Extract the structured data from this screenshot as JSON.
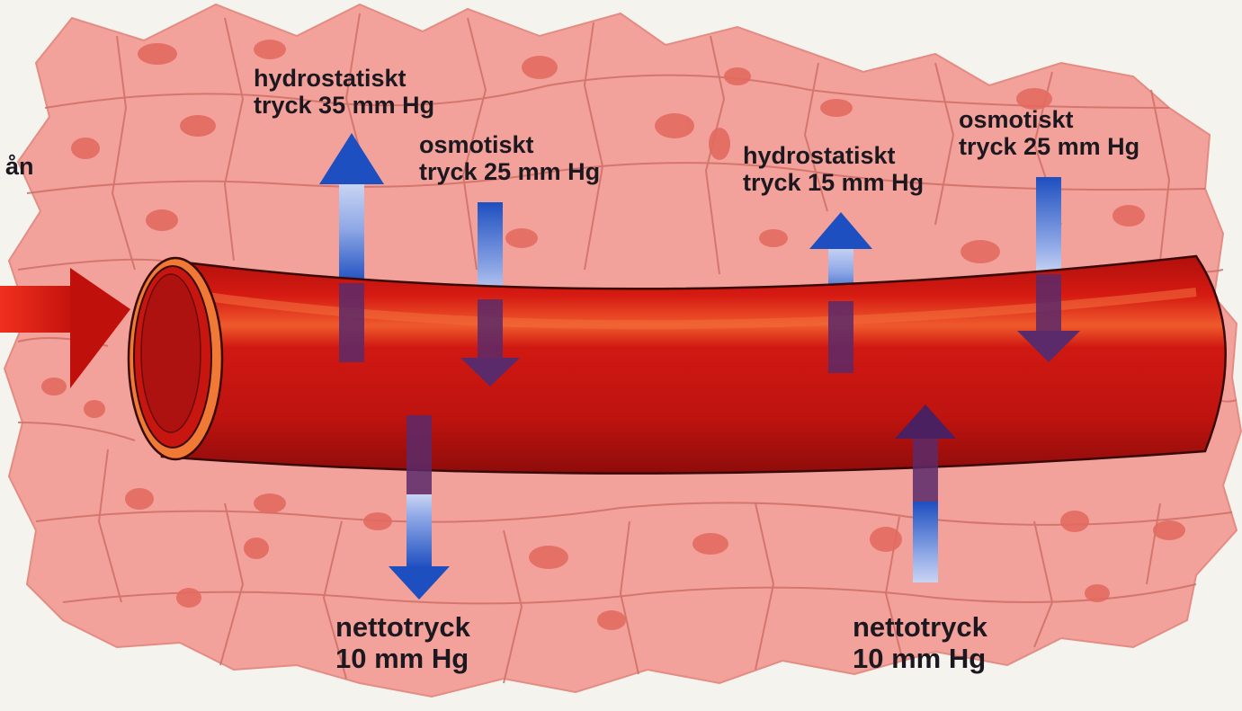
{
  "labels": {
    "left_fragment": "ån",
    "hydro_left": [
      "hydrostatiskt",
      "tryck 35 mm Hg"
    ],
    "osmo_left": [
      "osmotiskt",
      "tryck 25 mm Hg"
    ],
    "hydro_right": [
      "hydrostatiskt",
      "tryck 15 mm Hg"
    ],
    "osmo_right": [
      "osmotiskt",
      "tryck 25 mm Hg"
    ],
    "net_left": [
      "nettotryck",
      "10 mm Hg"
    ],
    "net_right": [
      "nettotryck",
      "10 mm Hg"
    ]
  },
  "colors": {
    "background": "#f4f3ee",
    "tissue": "#f2a29a",
    "tissue_outline": "#cf6f67",
    "cell_nucleus": "#e26a60",
    "vessel": "#c0140f",
    "vessel_highlight": "#e84a2a",
    "vessel_lumen": "#a01010",
    "flow_arrow": "#d0130d",
    "pressure_arrow": "#2a5cc8",
    "pressure_arrow_inside": "#5a2a6a",
    "text": "#1d1820"
  },
  "arrows": {
    "flow_direction": "right",
    "hydro_left": "up",
    "osmo_left": "down",
    "hydro_right": "up",
    "osmo_right": "down",
    "net_left": "down",
    "net_right": "up"
  }
}
